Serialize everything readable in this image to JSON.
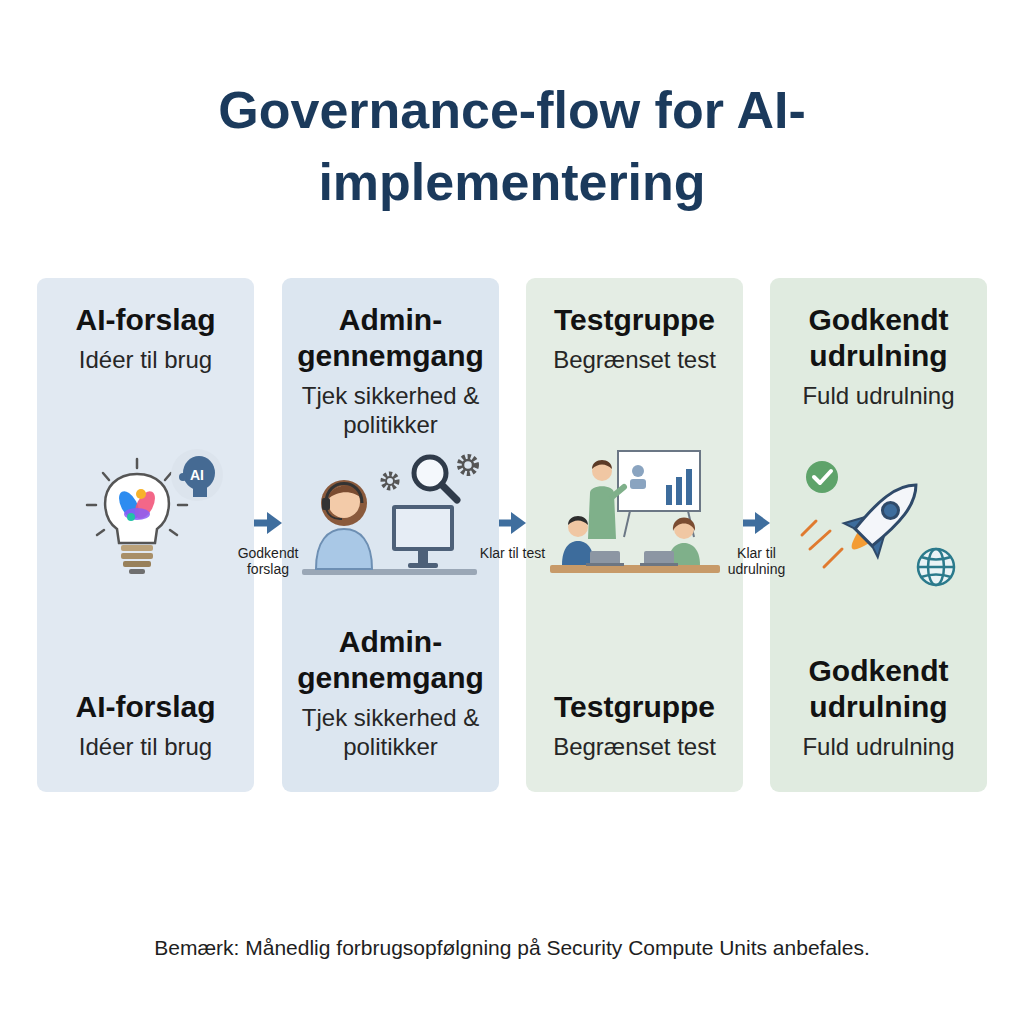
{
  "diagram": {
    "title": "Governance-flow for AI-implementering",
    "nodes": [
      {
        "text": [
          "AI-forslag",
          "Idéer til brug",
          "AI-forslag",
          "Idéer til brug"
        ]
      },
      {
        "text": [
          "Admin- gennemgang",
          "Tjek sikkerhed & politikker",
          "Admin- gennemgang",
          "Tjek sikkerhed & politikker"
        ]
      },
      {
        "text": [
          "Testgruppe",
          "Begrænset test",
          "Testgruppe",
          "Begrænset test"
        ]
      },
      {
        "text": [
          "Godkendt udrulning",
          "Fuld udrulning",
          "Godkendt udrulning",
          "Fuld udrulning"
        ]
      }
    ],
    "edges": [
      {
        "from": 0,
        "to": 1,
        "arrow": "to",
        "label": "Godkendt forslag"
      },
      {
        "from": 1,
        "to": 2,
        "arrow": "to",
        "label": "Klar til test"
      },
      {
        "from": 2,
        "to": 3,
        "arrow": "to",
        "label": "Klar til udrulning"
      }
    ],
    "labels": [
      "AI",
      "Bemærk: Månedlig forbrugsopfølgning på Security Compute Units anbefales."
    ]
  }
}
